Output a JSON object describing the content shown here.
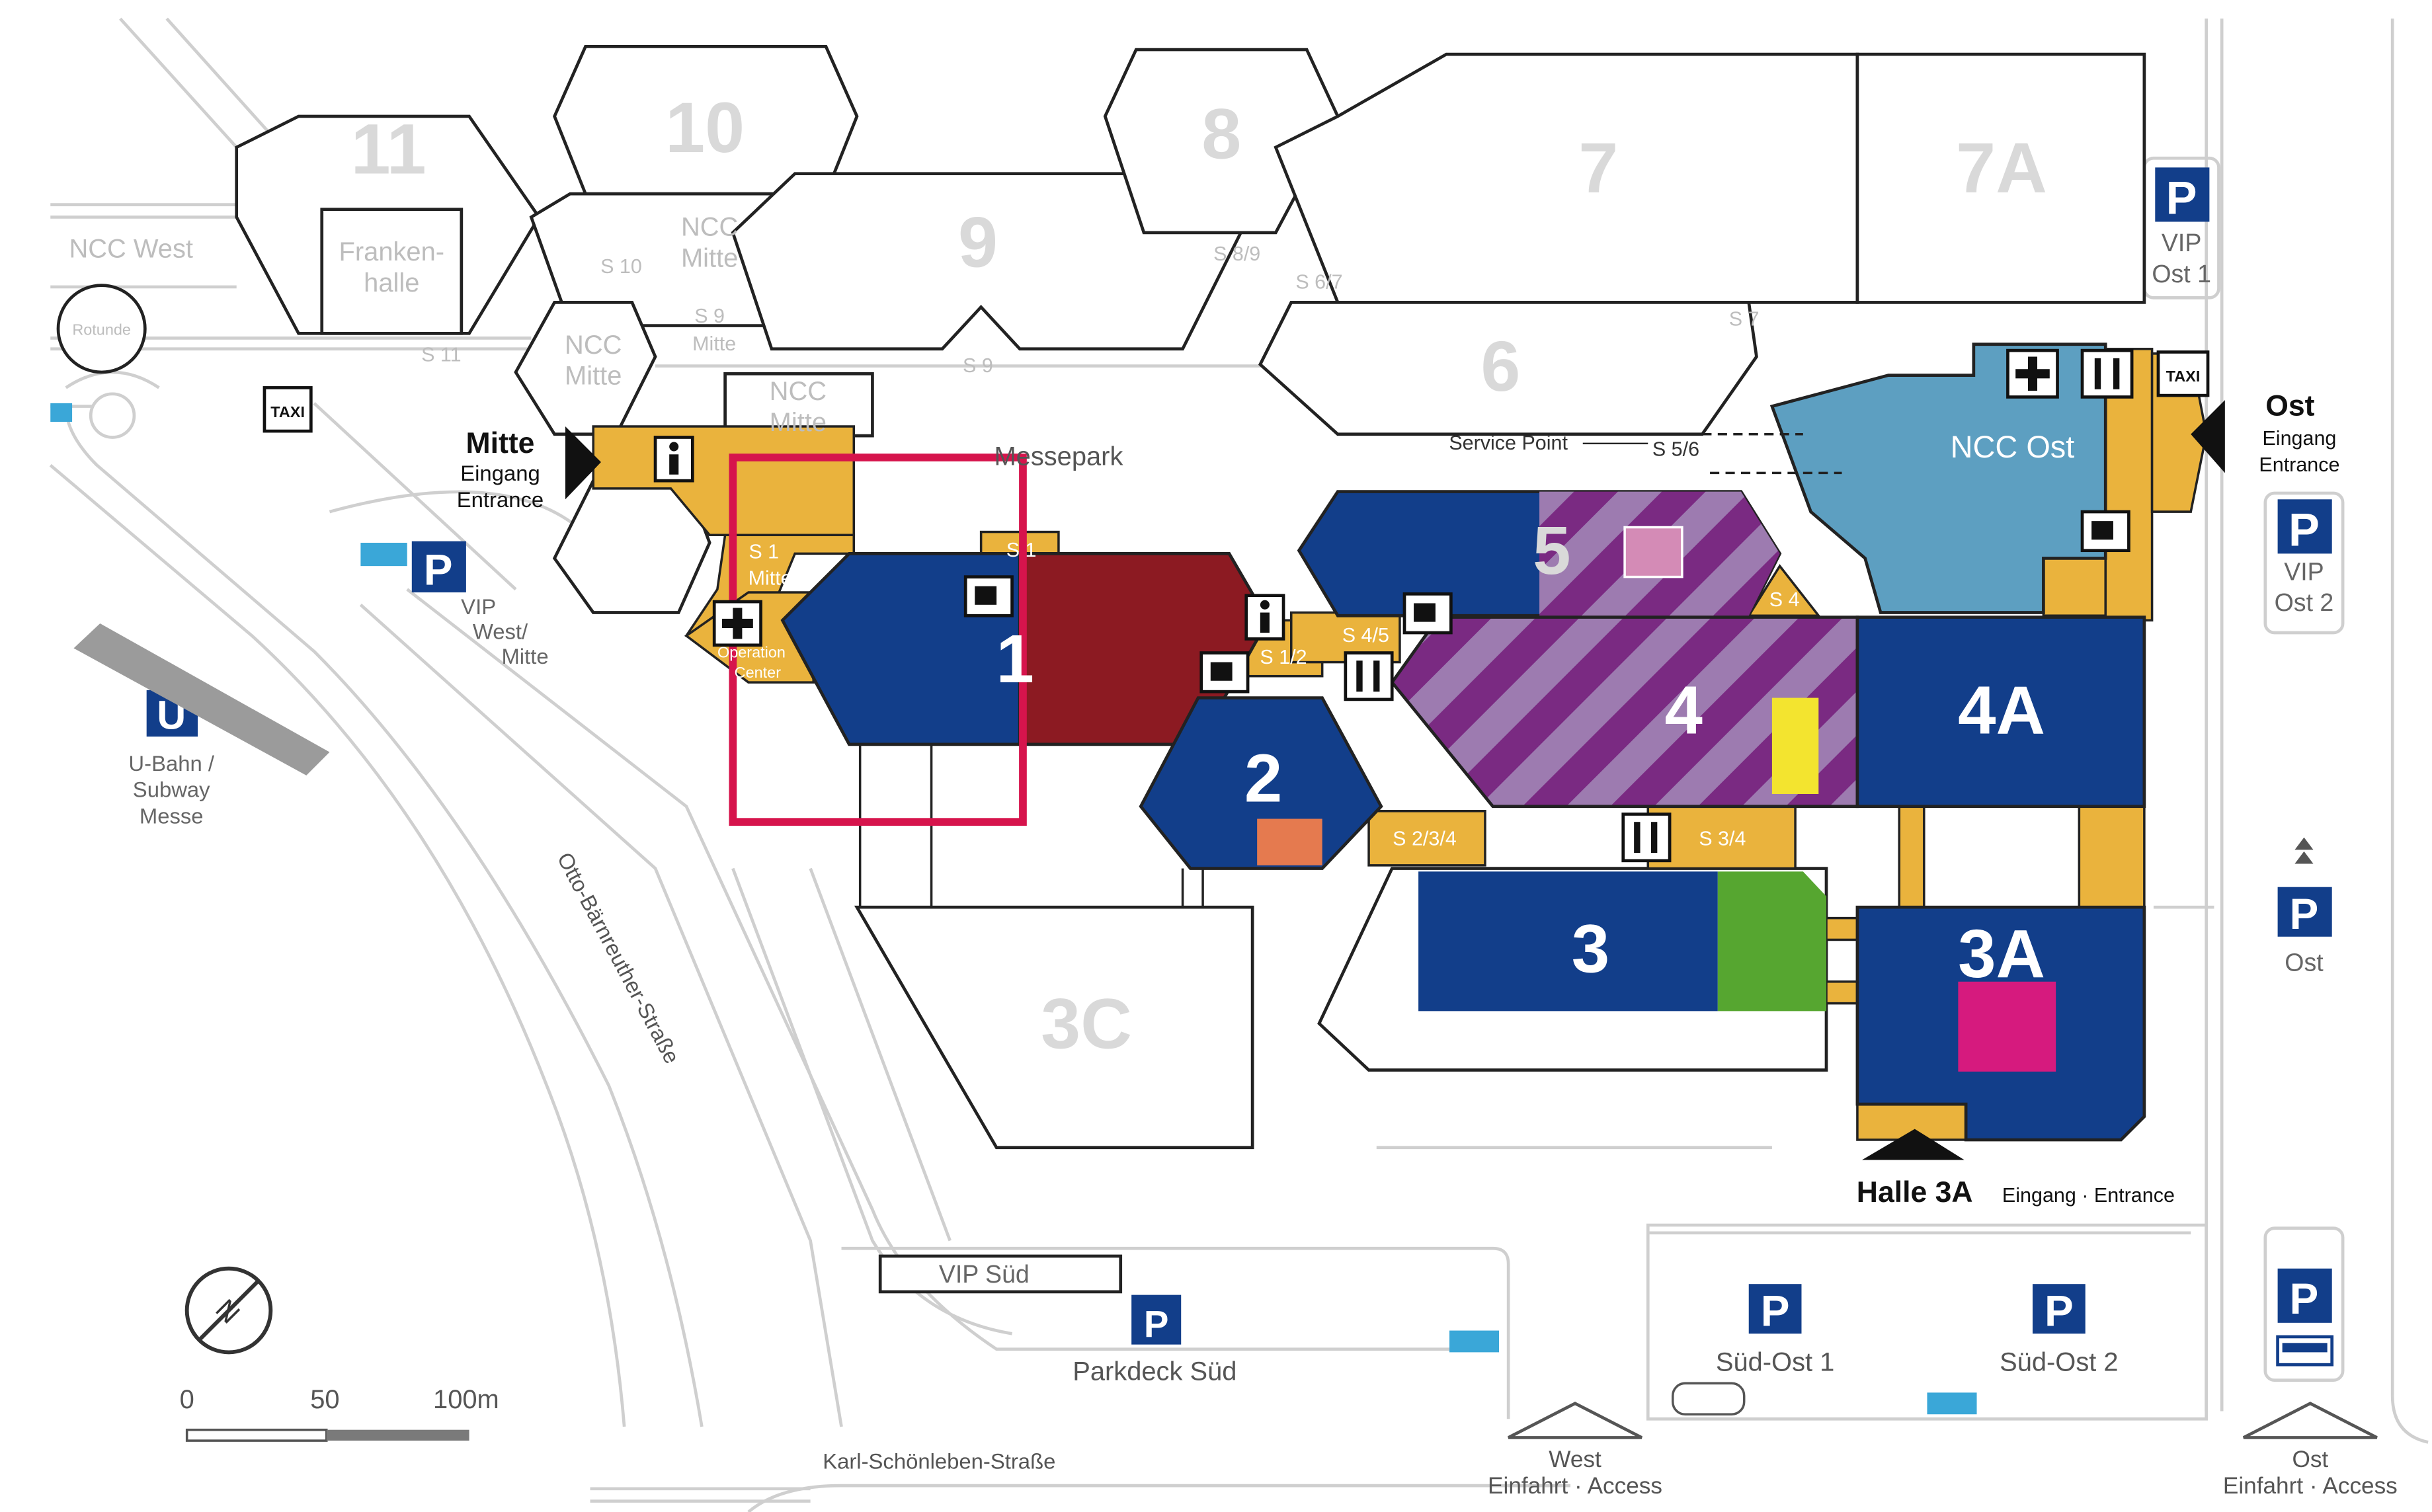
{
  "colors": {
    "blue": "#123e8a",
    "orange": "#eab33d",
    "darkred": "#8c1a22",
    "purple": "#7a2a82",
    "purple_stripe": "#9d7bb0",
    "ncc_ost": "#5d9fc1",
    "green": "#56a630",
    "magenta": "#d61a7e",
    "pink": "#d48bb6",
    "yellow": "#f3e42f",
    "salmon": "#e57a4f",
    "highlight": "#d6144c",
    "outline": "#222222",
    "light_grey": "#d9d9d9"
  },
  "halls": {
    "h11": "11",
    "h10": "10",
    "h9": "9",
    "h8": "8",
    "h7": "7",
    "h7a": "7A",
    "h6": "6",
    "h5": "5",
    "h4": "4",
    "h4a": "4A",
    "h3": "3",
    "h3a": "3A",
    "h3c": "3C",
    "h2": "2",
    "h1": "1"
  },
  "labels": {
    "ncc_west": "NCC West",
    "frankenhalle_1": "Franken-",
    "frankenhalle_2": "halle",
    "rotunde": "Rotunde",
    "ncc_mitte_top_1": "NCC",
    "ncc_mitte_top_2": "Mitte",
    "ncc_mitte_left_1": "NCC",
    "ncc_mitte_left_2": "Mitte",
    "ncc_mitte_box_1": "NCC",
    "ncc_mitte_box_2": "Mitte",
    "ncc_ost": "NCC Ost",
    "messepark": "Messepark",
    "service_point": "Service Point",
    "s10": "S 10",
    "s11": "S 11",
    "s9_mitte_1": "S 9",
    "s9_mitte_2": "Mitte",
    "s9": "S 9",
    "s89": "S 8/9",
    "s67": "S 6/7",
    "s7": "S 7",
    "s56": "S 5/6",
    "s1_mitte_1": "S 1",
    "s1_mitte_2": "Mitte",
    "s1": "S 1",
    "s12": "S 1/2",
    "s45": "S 4/5",
    "s4": "S 4",
    "s234": "S 2/3/4",
    "s34": "S 3/4",
    "operation_center_1": "Operation",
    "operation_center_2": "Center",
    "taxi_1": "TAXI",
    "taxi_2": "TAXI",
    "mitte_title": "Mitte",
    "mitte_eingang": "Eingang",
    "mitte_entrance": "Entrance",
    "ost_title": "Ost",
    "ost_eingang": "Eingang",
    "ost_entrance": "Entrance",
    "halle3a_title": "Halle 3A",
    "halle3a_eingang": "Eingang · Entrance",
    "vip_ost1_1": "VIP",
    "vip_ost1_2": "Ost 1",
    "vip_ost2_1": "VIP",
    "vip_ost2_2": "Ost 2",
    "vip_west_1": "VIP",
    "vip_west_2": "West/",
    "vip_west_3": "Mitte",
    "ubahn_1": "U-Bahn /",
    "ubahn_2": "Subway",
    "ubahn_3": "Messe",
    "ost_parking": "Ost",
    "vip_sued": "VIP Süd",
    "parkdeck_sued": "Parkdeck Süd",
    "sued_ost1": "Süd-Ost 1",
    "sued_ost2": "Süd-Ost 2",
    "west_einfahrt_1": "West",
    "west_einfahrt_2": "Einfahrt · Access",
    "ost_einfahrt_1": "Ost",
    "ost_einfahrt_2": "Einfahrt · Access",
    "street_karl": "Karl-Schönleben-Straße",
    "street_otto": "Otto-Bärnreuther-Straße",
    "p": "P",
    "u": "U",
    "scale_0": "0",
    "scale_50": "50",
    "scale_100": "100m"
  },
  "icons": {
    "info": "info-icon",
    "first_aid": "first-aid-icon",
    "restaurant": "restaurant-icon",
    "coffee": "coffee-icon",
    "parking": "parking-icon",
    "subway": "subway-icon",
    "taxi": "taxi-icon",
    "entrance_arrow": "entrance-arrow-icon",
    "compass": "compass-icon",
    "ticket": "ticket-icon",
    "bus": "bus-icon"
  }
}
